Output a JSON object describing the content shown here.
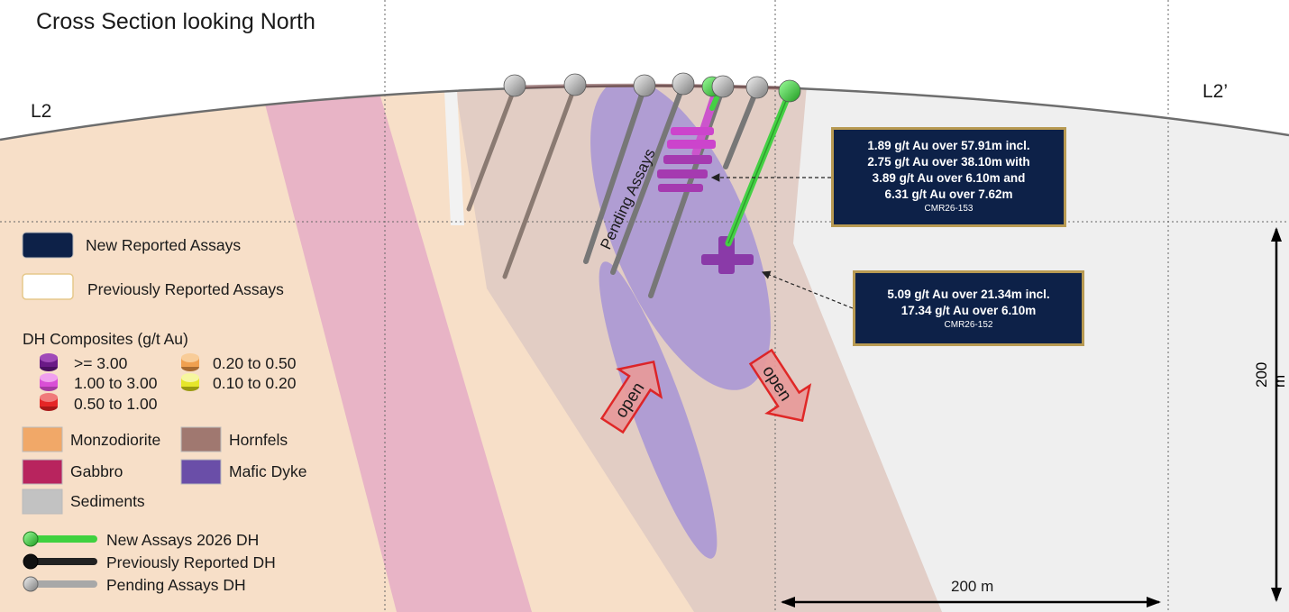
{
  "title": "Cross Section looking North",
  "section_start": "L2",
  "section_end": "L2’",
  "pending_label": "Pending Assays",
  "open_label": "open",
  "callouts": [
    {
      "lines": [
        "1.89 g/t Au over 57.91m incl.",
        "2.75 g/t Au over 38.10m with",
        "3.89 g/t Au over 6.10m and",
        "6.31 g/t Au over 7.62m"
      ],
      "hole": "CMR26-153"
    },
    {
      "lines": [
        "5.09 g/t Au over 21.34m incl.",
        "17.34 g/t Au over 6.10m"
      ],
      "hole": "CMR26-152"
    }
  ],
  "legend": {
    "assays": [
      {
        "label": "New Reported Assays",
        "color": "#0d2148"
      },
      {
        "label": "Previously Reported Assays",
        "color": "#ffffff"
      }
    ],
    "composites_title": "DH Composites (g/t Au)",
    "composites": [
      {
        "label": ">= 3.00",
        "color": "#6a1a86"
      },
      {
        "label": "1.00 to 3.00",
        "color": "#d94fd6"
      },
      {
        "label": "0.50 to 1.00",
        "color": "#e52626"
      },
      {
        "label": "0.20 to 0.50",
        "color": "#f0a050"
      },
      {
        "label": "0.10 to 0.20",
        "color": "#e6e62a"
      }
    ],
    "lithology": [
      {
        "label": "Monzodiorite",
        "color": "#f1a868"
      },
      {
        "label": "Hornfels",
        "color": "#a07870"
      },
      {
        "label": "Gabbro",
        "color": "#b8245e"
      },
      {
        "label": "Mafic Dyke",
        "color": "#6a4ea8"
      },
      {
        "label": "Sediments",
        "color": "#c2c2c2"
      }
    ],
    "holes": [
      {
        "label": "New Assays 2026 DH",
        "color": "#3fd13f"
      },
      {
        "label": "Previously Reported DH",
        "color": "#222222"
      },
      {
        "label": "Pending Assays DH",
        "color": "#bdbdbd"
      }
    ]
  },
  "scale": {
    "horizontal": "200 m",
    "vertical": "200 m"
  }
}
